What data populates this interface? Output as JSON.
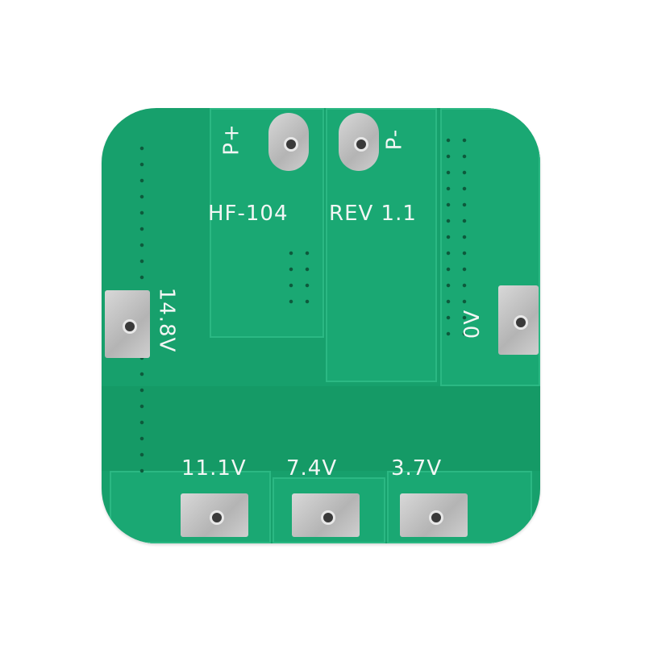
{
  "board": {
    "model": "HF-104",
    "revision": "REV 1.1",
    "terminals": {
      "p_plus": "P+",
      "p_minus": "P-",
      "v14_8": "14.8V",
      "v0": "0V",
      "v11_1": "11.1V",
      "v7_4": "7.4V",
      "v3_7": "3.7V"
    },
    "colors": {
      "pcb": "#17a06c",
      "pad": "#c4c4c4",
      "silkscreen": "#f2f6f4"
    }
  }
}
